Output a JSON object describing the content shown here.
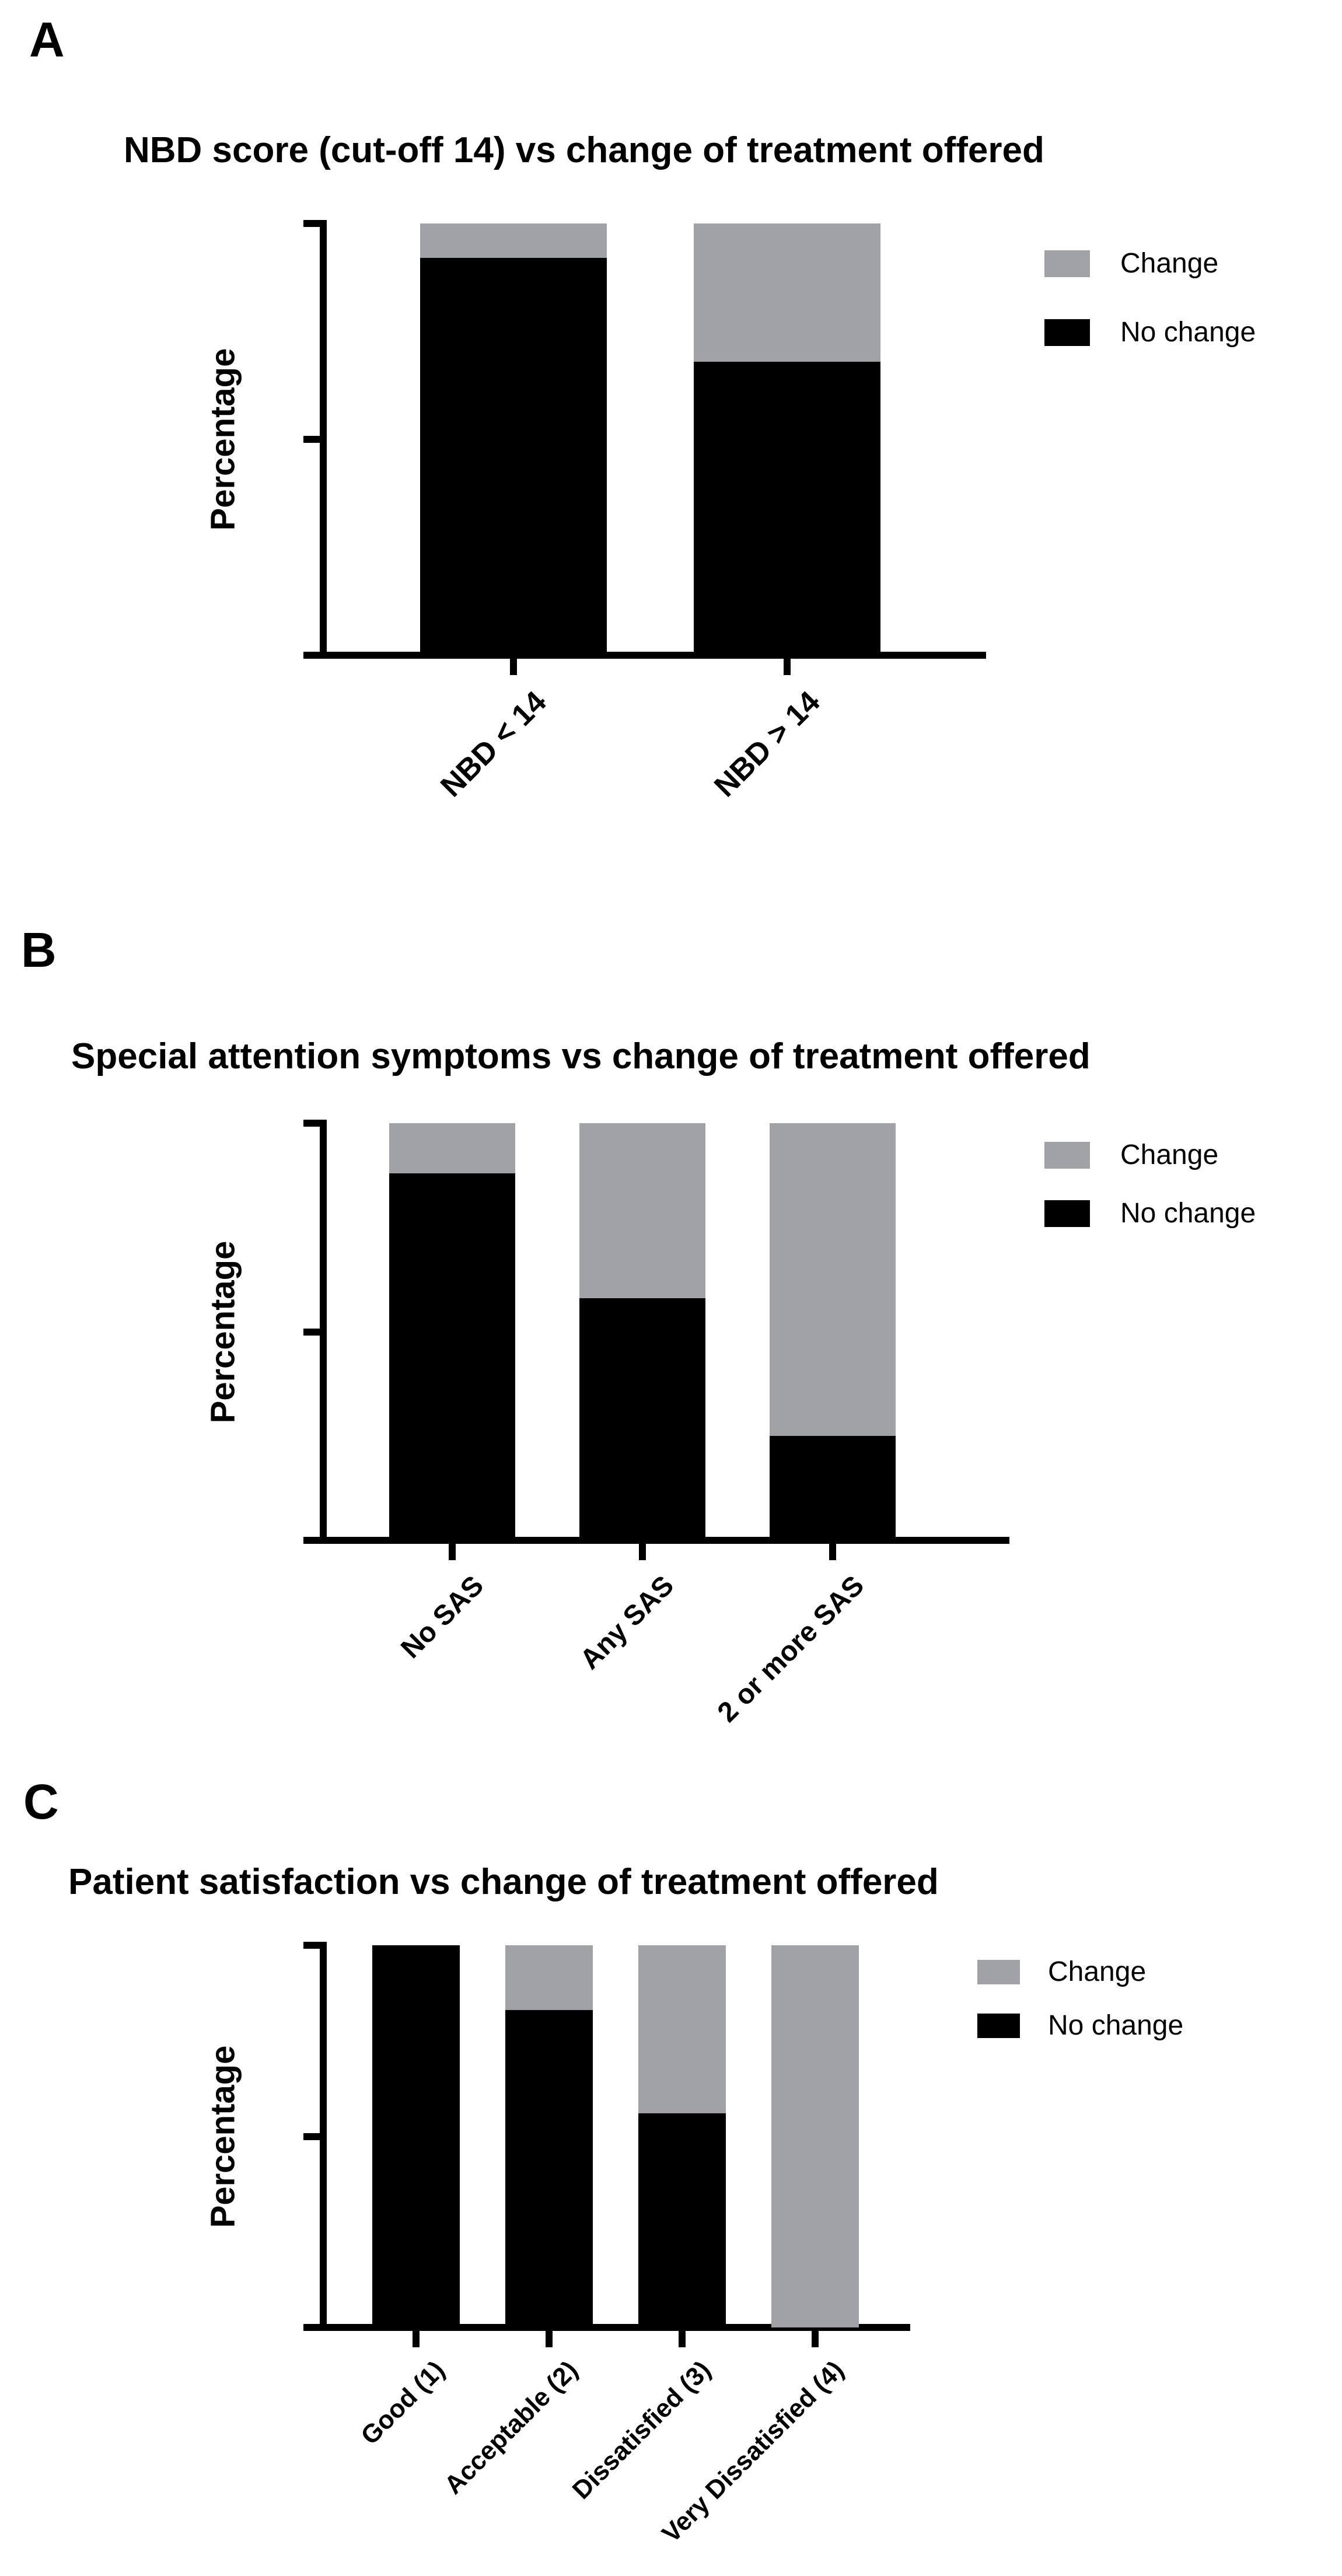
{
  "figure": {
    "background": "#ffffff"
  },
  "colors": {
    "change": "#A0A2A6",
    "no_change": "#000000",
    "axis": "#000000"
  },
  "ylabel": "Percentage",
  "yticks": [
    "100",
    "50",
    "0"
  ],
  "legend": {
    "items": [
      {
        "label": "Change",
        "color_key": "change"
      },
      {
        "label": "No change",
        "color_key": "no_change"
      }
    ]
  },
  "panels": [
    {
      "letter": "A",
      "title": "NBD score (cut-off 14) vs change of treatment offered"
    },
    {
      "letter": "B",
      "title": "Special attention symptoms vs change of treatment offered"
    },
    {
      "letter": "C",
      "title": "Patient satisfaction vs change of treatment offered"
    }
  ],
  "chart_data": [
    {
      "type": "bar",
      "stacked": true,
      "title": "NBD score (cut-off 14) vs change of treatment offered",
      "ylabel": "Percentage",
      "ylim": [
        0,
        100
      ],
      "ytick_values": [
        0,
        50,
        100
      ],
      "grid": false,
      "legend_position": "right",
      "categories": [
        "NBD < 14",
        "NBD > 14"
      ],
      "series": [
        {
          "name": "No change",
          "color_key": "no_change",
          "values": [
            92,
            68
          ]
        },
        {
          "name": "Change",
          "color_key": "change",
          "values": [
            8,
            32
          ]
        }
      ]
    },
    {
      "type": "bar",
      "stacked": true,
      "title": "Special attention symptoms vs change of treatment offered",
      "ylabel": "Percentage",
      "ylim": [
        0,
        100
      ],
      "ytick_values": [
        0,
        50,
        100
      ],
      "grid": false,
      "legend_position": "right",
      "categories": [
        "No SAS",
        "Any SAS",
        "2 or more SAS"
      ],
      "series": [
        {
          "name": "No change",
          "color_key": "no_change",
          "values": [
            88,
            58,
            25
          ]
        },
        {
          "name": "Change",
          "color_key": "change",
          "values": [
            12,
            42,
            75
          ]
        }
      ]
    },
    {
      "type": "bar",
      "stacked": true,
      "title": "Patient satisfaction vs change of treatment offered",
      "ylabel": "Percentage",
      "ylim": [
        0,
        100
      ],
      "ytick_values": [
        0,
        50,
        100
      ],
      "grid": false,
      "legend_position": "right",
      "categories": [
        "Good (1)",
        "Acceptable (2)",
        "Dissatisfied (3)",
        "Very Dissatisfied (4)"
      ],
      "series": [
        {
          "name": "No change",
          "color_key": "no_change",
          "values": [
            100,
            83,
            56,
            0
          ]
        },
        {
          "name": "Change",
          "color_key": "change",
          "values": [
            0,
            17,
            44,
            100
          ]
        }
      ]
    }
  ]
}
